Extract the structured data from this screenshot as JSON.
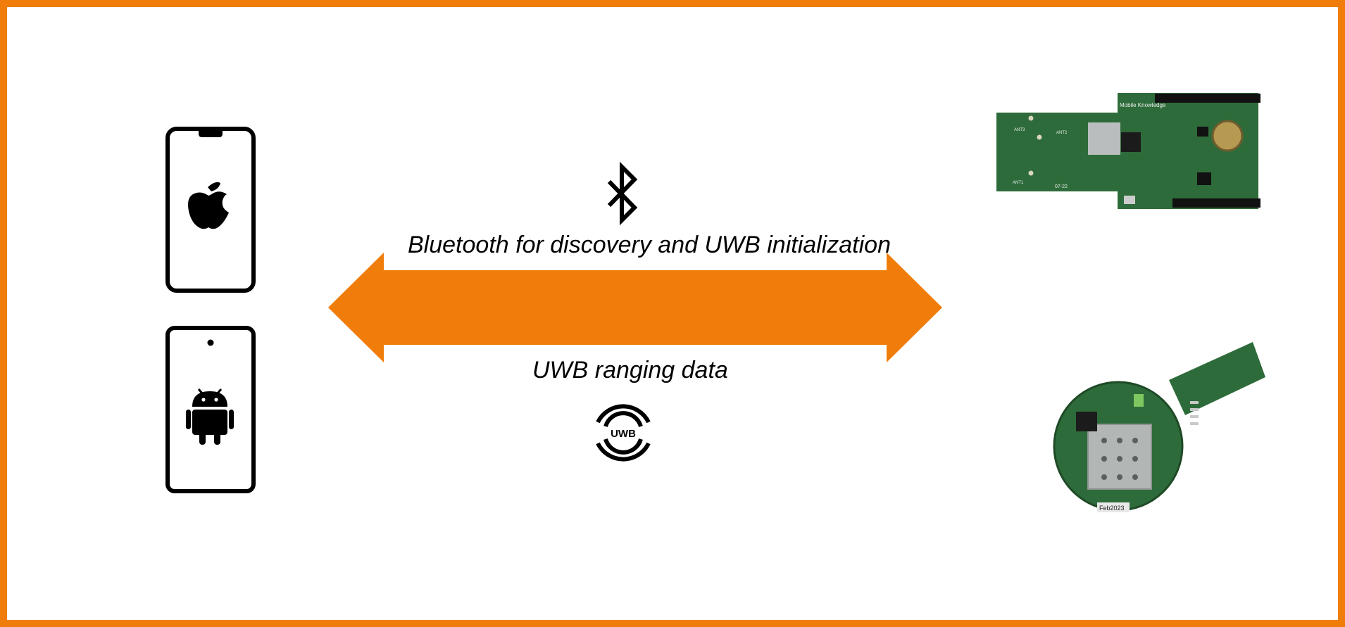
{
  "diagram": {
    "top_label": "Bluetooth for discovery and UWB initialization",
    "bottom_label": "UWB ranging data",
    "uwb_icon_text": "UWB",
    "colors": {
      "border": "#F07D0A",
      "arrow": "#F07D0A",
      "icon": "#000000",
      "pcb_green": "#2E6B3A",
      "pcb_dark": "#1E4A26"
    },
    "icons": {
      "phone_1": "apple-logo-icon",
      "phone_2": "android-logo-icon",
      "bluetooth": "bluetooth-icon",
      "uwb": "uwb-signal-icon"
    },
    "board_1_print": {
      "brand": "Mobile Knowledge",
      "antenna_labels": [
        "ANT3",
        "ANT2",
        "ANT1"
      ],
      "date_code": "07-22"
    },
    "board_2_print": {
      "sticker": "Feb2023"
    }
  }
}
